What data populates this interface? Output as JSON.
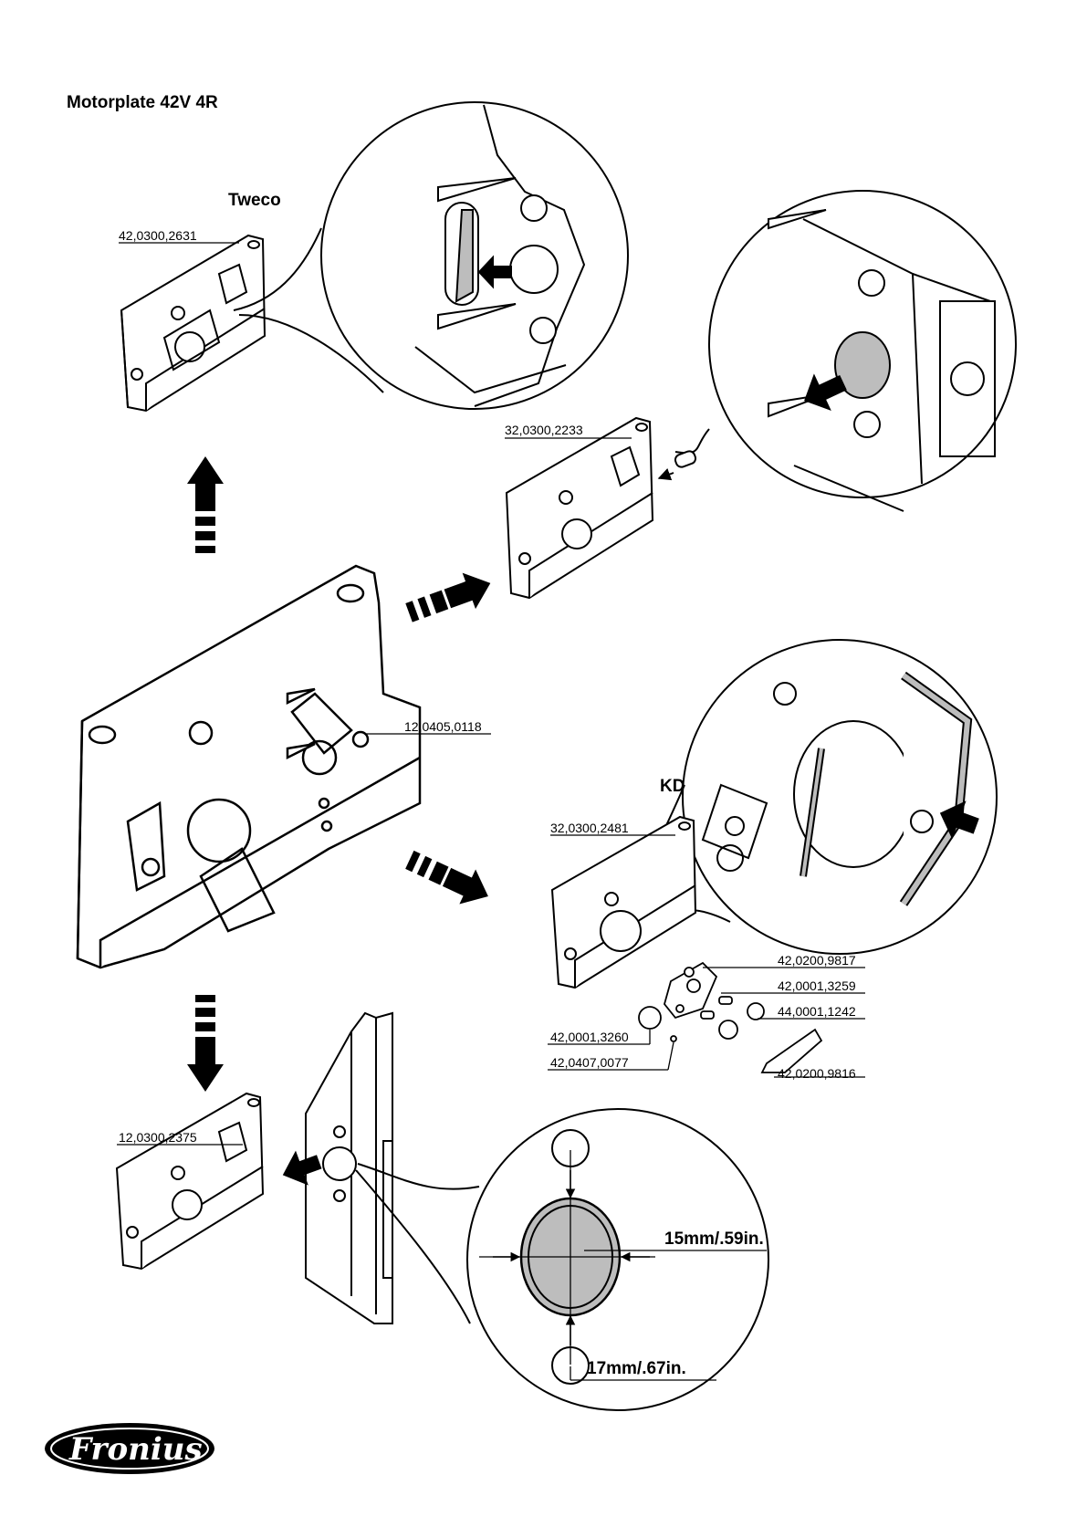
{
  "page": {
    "title": "Motorplate 42V 4R"
  },
  "variants": {
    "tweco": "Tweco",
    "kd": "KD"
  },
  "part_numbers": {
    "tweco_plate": "42,0300,2631",
    "main_plate": "12,0405,0118",
    "insert_plate": "32,0300,2233",
    "kd_plate": "32,0300,2481",
    "bracket": "42,0200,9817",
    "screw": "42,0001,3259",
    "gear_large": "44,0001,1242",
    "gear_small": "42,0001,3260",
    "circlip": "42,0407,0077",
    "guide": "42,0200,9816",
    "bottom_plate": "12,0300,2375"
  },
  "dimensions": {
    "width": "15mm/.59in.",
    "height": "17mm/.67in."
  },
  "logo": {
    "brand": "Fronius"
  },
  "colors": {
    "ink": "#000000",
    "fill_grey": "#bdbdbd",
    "paper": "#ffffff"
  }
}
